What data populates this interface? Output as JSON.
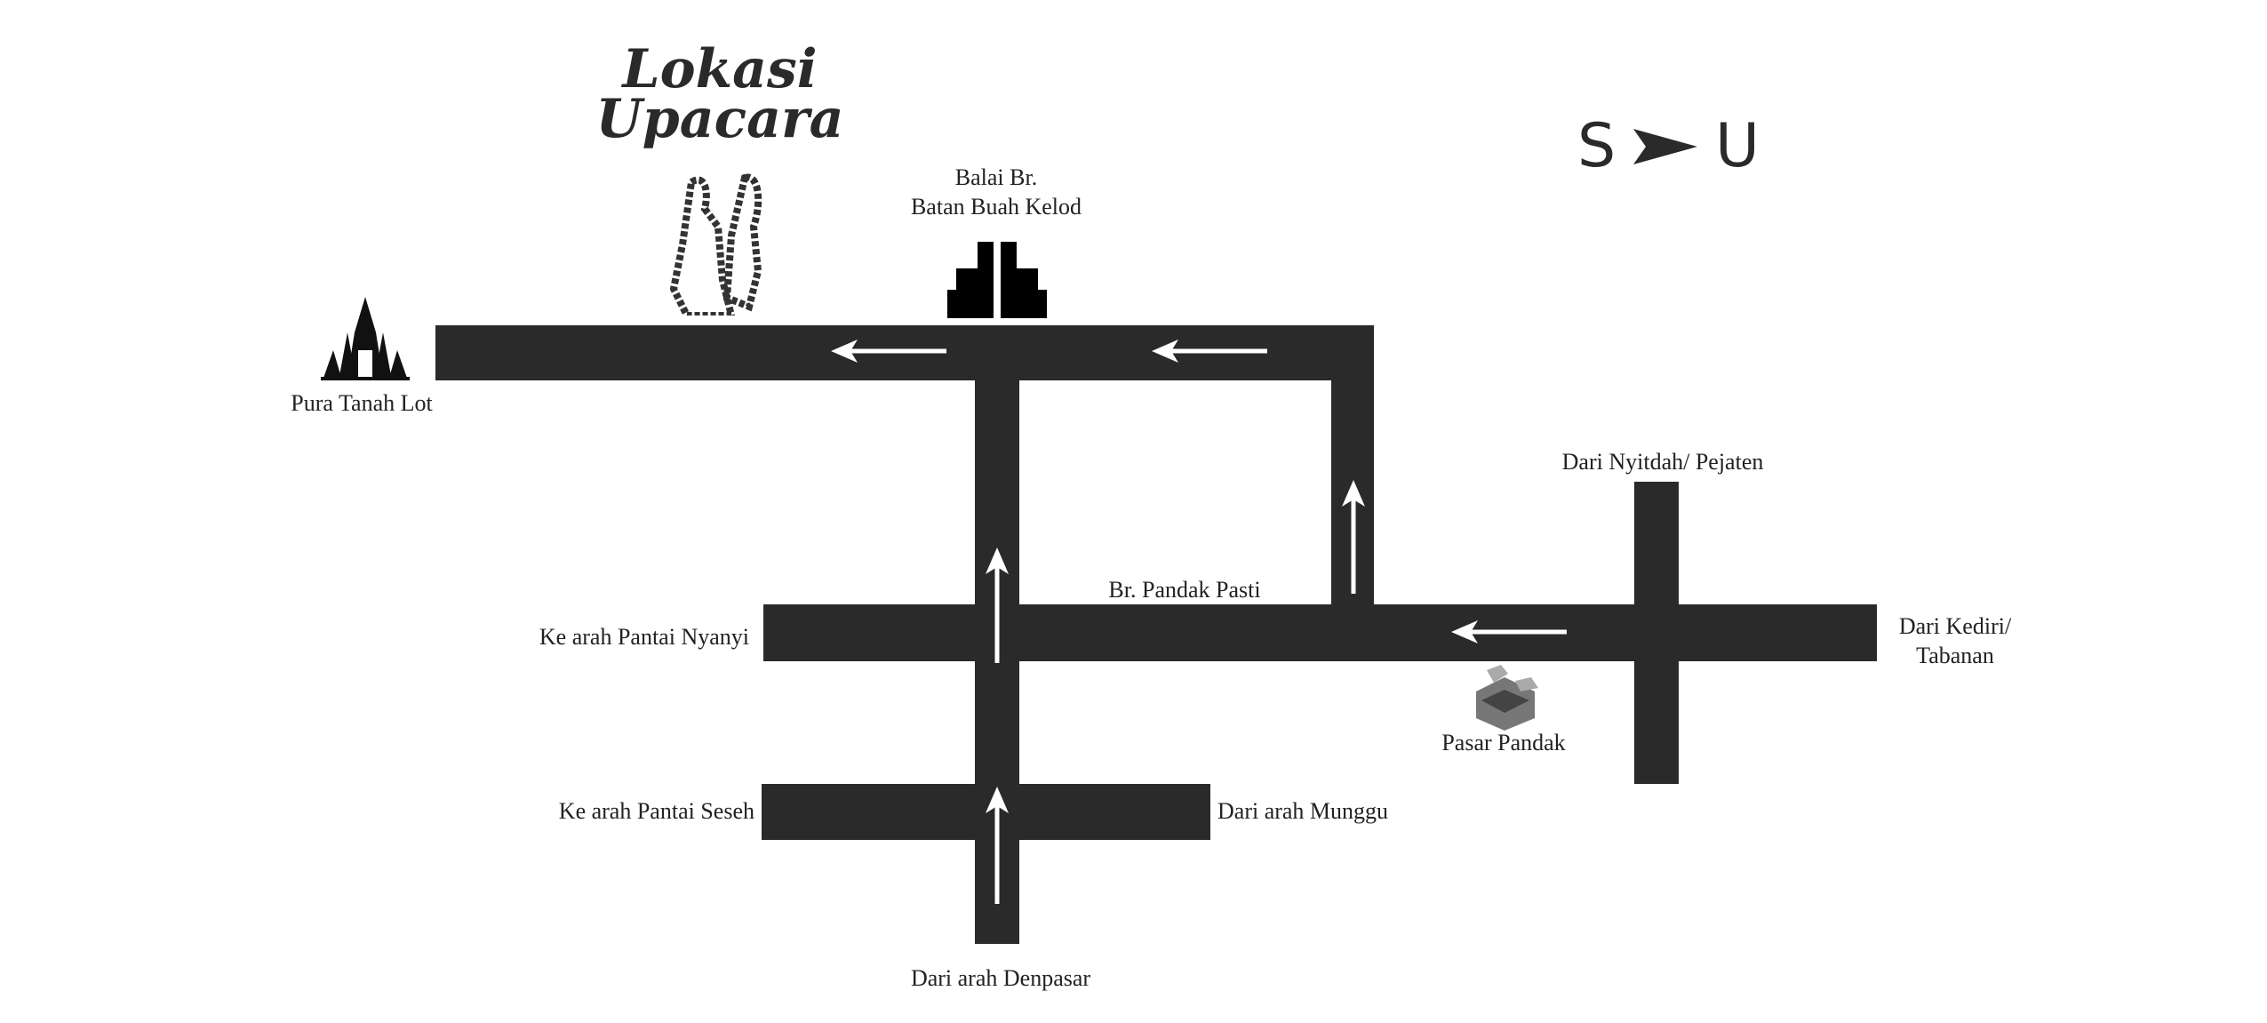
{
  "title": {
    "line1": "Lokasi",
    "line2": "Upacara"
  },
  "compass": {
    "from": "S",
    "to": "U",
    "icon": "arrow-right-icon"
  },
  "landmarks": {
    "pura": "Pura Tanah Lot",
    "balai_line1": "Balai Br.",
    "balai_line2": "Batan Buah Kelod",
    "pasar": "Pasar Pandak",
    "banjar": "Br. Pandak Pasti"
  },
  "directions": {
    "nyitdah": "Dari Nyitdah/ Pejaten",
    "nyanyi": "Ke arah Pantai Nyanyi",
    "kediri_line1": "Dari Kediri/",
    "kediri_line2": "Tabanan",
    "seseh": "Ke arah Pantai Seseh",
    "munggu": "Dari arah Munggu",
    "denpasar": "Dari arah Denpasar"
  },
  "colors": {
    "road": "#2a2a2a",
    "arrow": "#ffffff"
  }
}
